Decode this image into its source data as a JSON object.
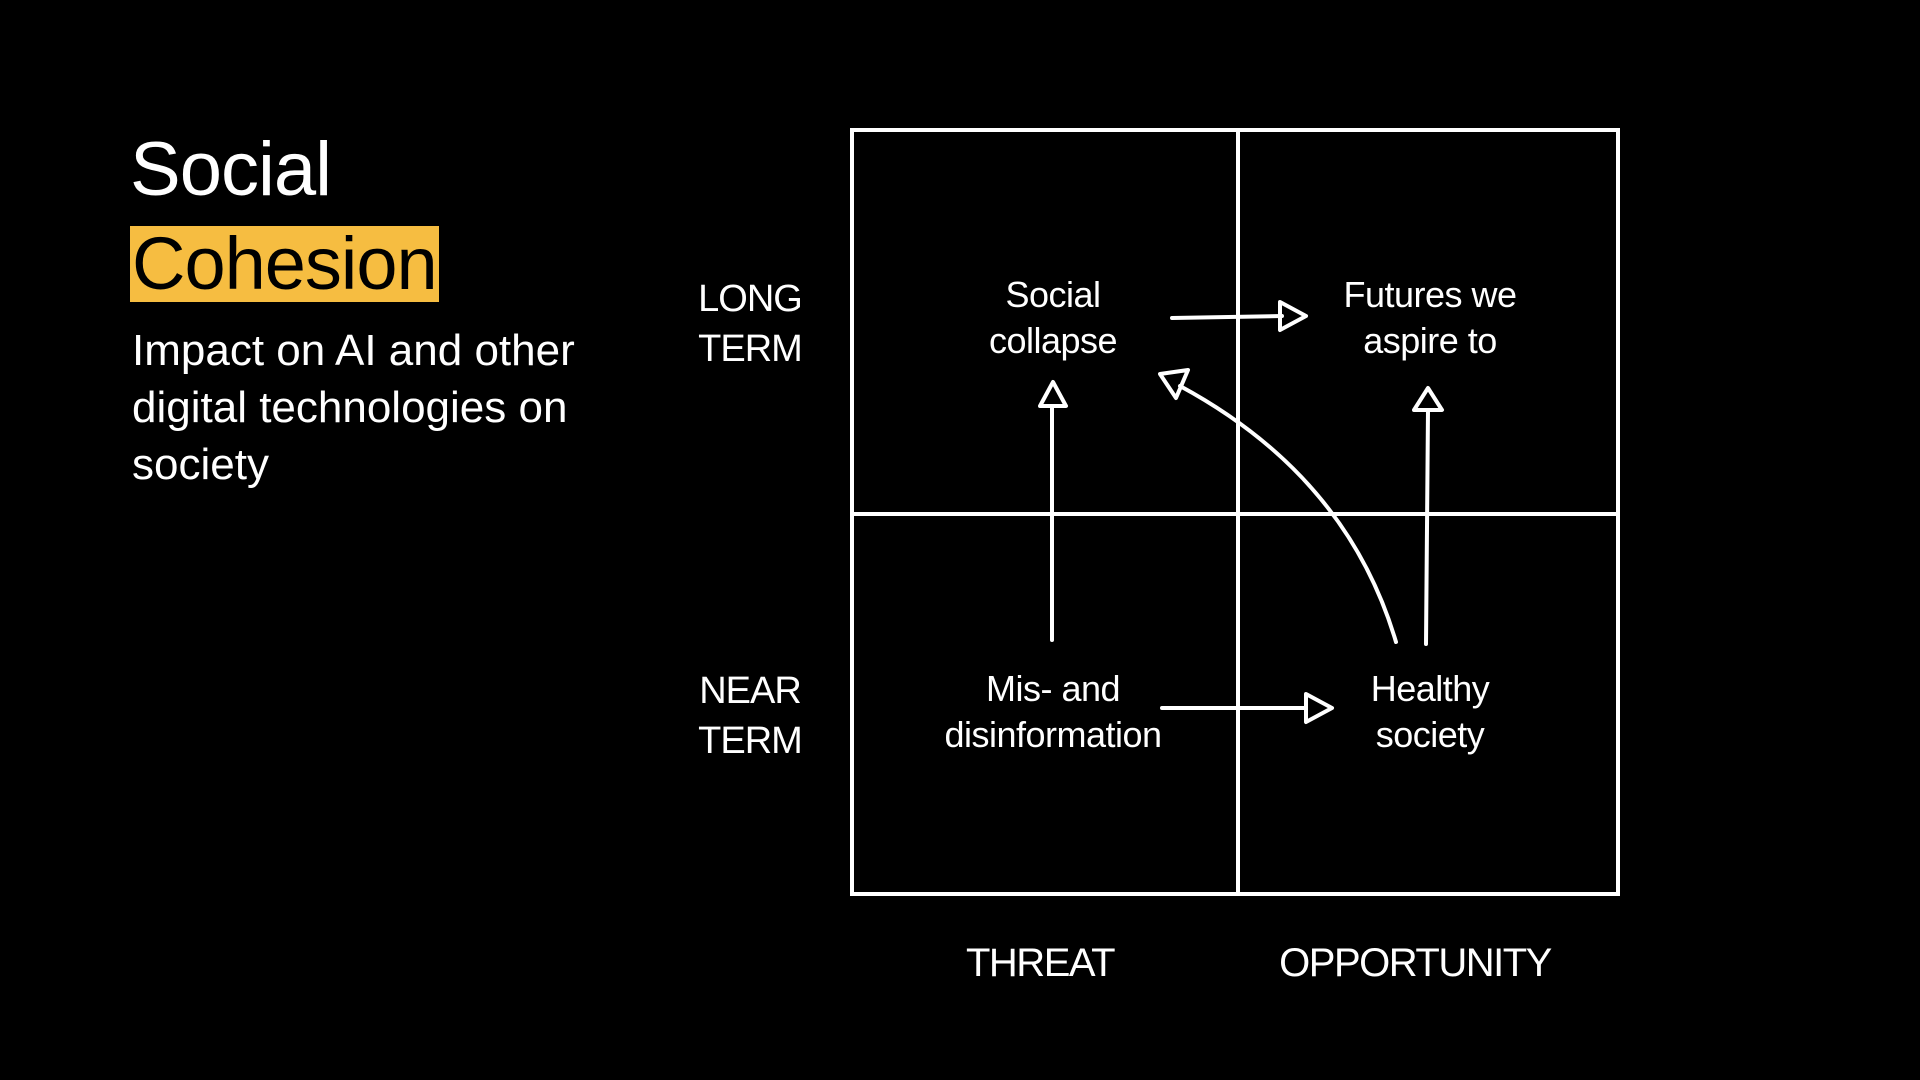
{
  "title": {
    "line1": "Social",
    "line2": "Cohesion",
    "highlight_color": "#f6bd41"
  },
  "subtitle": "Impact on AI and other digital technologies on society",
  "matrix": {
    "rows": {
      "long_term": "LONG\nTERM",
      "near_term": "NEAR\nTERM"
    },
    "columns": {
      "threat": "THREAT",
      "opportunity": "OPPORTUNITY"
    },
    "cells": {
      "long_threat": "Social\ncollapse",
      "long_opportunity": "Futures we\naspire to",
      "near_threat": "Mis- and\ndisinformation",
      "near_opportunity": "Healthy\nsociety"
    }
  },
  "colors": {
    "background": "#000000",
    "foreground": "#ffffff",
    "accent": "#f6bd41"
  }
}
